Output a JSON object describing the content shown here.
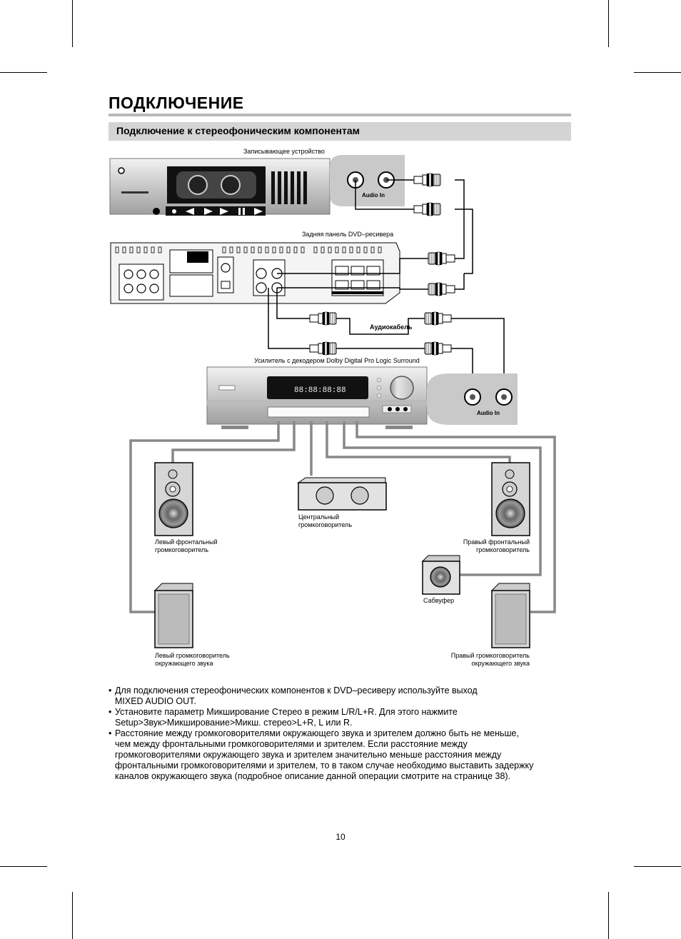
{
  "header": {
    "title": "ПОДКЛЮЧЕНИЕ",
    "section": "Подключение к стереофоническим компонентам"
  },
  "diagram": {
    "recorder_label": "Записывающее устройство",
    "audio_in_top": "Audio In",
    "receiver_panel_label": "Задняя панель DVD–ресивера",
    "audio_cable_label": "Аудиокабель",
    "amplifier_label": "Усилитель с декодером Dolby Digital Pro Logic Surround",
    "audio_in_amp": "Audio In",
    "amp_display": "88:88:88:88",
    "center_speaker": "Центральный\nгромкоговоритель",
    "left_front": "Левый фронтальный\nгромкоговоритель",
    "right_front": "Правый фронтальный\nгромкоговоритель",
    "subwoofer": "Сабвуфер",
    "left_surround": "Левый громкоговоритель\nокружающего звука",
    "right_surround": "Правый громкоговоритель\nокружающего звука"
  },
  "notes": [
    "Для подключения стереофонических компонентов к DVD–ресиверу используйте выход\nMIXED AUDIO OUT.",
    "Установите параметр Микширование Стерео в режим L/R/L+R. Для этого нажмите\nSetup>Звук>Микширование>Микш. стерео>L+R, L или R.",
    "Расстояние между громкоговорителями окружающего звука и зрителем должно быть не меньше,\nчем между фронтальными громкоговорителями и зрителем. Если расстояние между\nгромкоговорителями окружающего звука и зрителем значительно меньше расстояния между\nфронтальными громкоговорителями и зрителем, то в таком случае необходимо выставить задержку\nканалов окружающего звука (подробное описание данной операции смотрите на странице 38)."
  ],
  "bullet": "•",
  "page_number": "10"
}
